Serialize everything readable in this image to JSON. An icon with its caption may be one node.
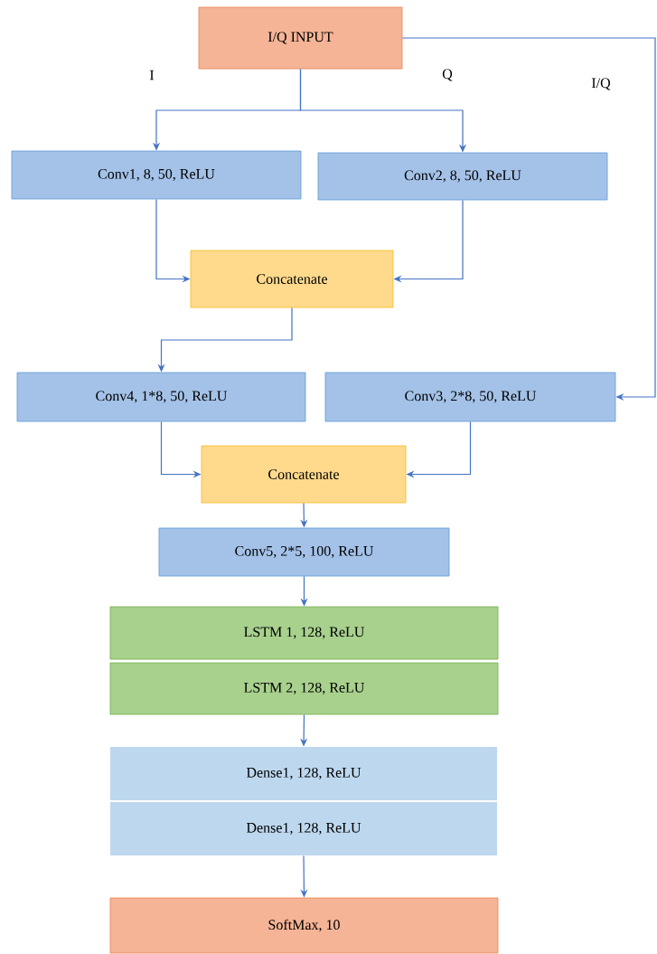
{
  "diagram": {
    "nodes": [
      {
        "text": [
          "I/Q INPUT"
        ]
      },
      {
        "text": [
          "Conv1, 8, 50, ReLU"
        ]
      },
      {
        "text": [
          "Conv2, 8, 50, ReLU"
        ]
      },
      {
        "text": [
          "Concatenate"
        ]
      },
      {
        "text": [
          "Conv4, 1*8, 50, ReLU"
        ]
      },
      {
        "text": [
          "Conv3, 2*8, 50, ReLU"
        ]
      },
      {
        "text": [
          "Concatenate"
        ]
      },
      {
        "text": [
          "Conv5, 2*5, 100, ReLU"
        ]
      },
      {
        "text": [
          "LSTM 1, 128, ReLU"
        ]
      },
      {
        "text": [
          "LSTM 2, 128, ReLU"
        ]
      },
      {
        "text": [
          "Dense1, 128, ReLU"
        ]
      },
      {
        "text": [
          "Dense1, 128, ReLU"
        ]
      },
      {
        "text": [
          "SoftMax, 10"
        ]
      }
    ],
    "edges": [
      {
        "from": 0,
        "to": 1,
        "arrow": "to",
        "label": "I"
      },
      {
        "from": 0,
        "to": 2,
        "arrow": "to",
        "label": "Q"
      },
      {
        "from": 0,
        "to": 5,
        "arrow": "to",
        "label": "I/Q"
      },
      {
        "from": 1,
        "to": 3,
        "arrow": "to"
      },
      {
        "from": 2,
        "to": 3,
        "arrow": "to"
      },
      {
        "from": 3,
        "to": 4,
        "arrow": "to"
      },
      {
        "from": 4,
        "to": 6,
        "arrow": "to"
      },
      {
        "from": 5,
        "to": 6,
        "arrow": "to"
      },
      {
        "from": 6,
        "to": 7,
        "arrow": "to"
      },
      {
        "from": 7,
        "to": 8,
        "arrow": "to"
      },
      {
        "from": 9,
        "to": 10,
        "arrow": "to"
      },
      {
        "from": 11,
        "to": 12,
        "arrow": "to"
      }
    ]
  }
}
